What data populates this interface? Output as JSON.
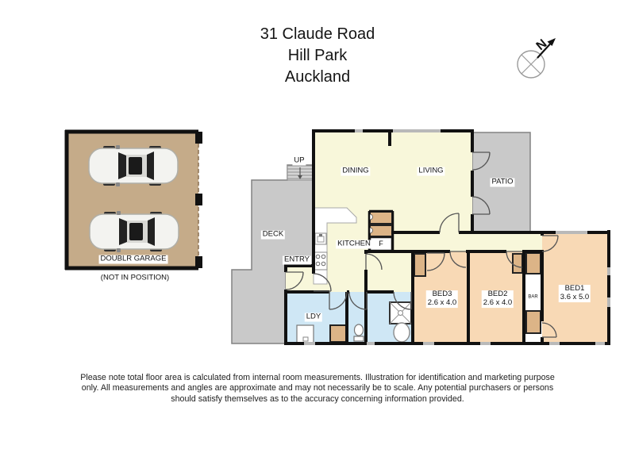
{
  "title": {
    "lines": [
      "31 Claude Road",
      "Hill Park",
      "Auckland"
    ]
  },
  "compass": {
    "north": "N"
  },
  "garage": {
    "label": "DOUBLR GARAGE",
    "note": "(NOT IN POSITION)"
  },
  "plan": {
    "stairs": "UP",
    "deck": "DECK",
    "entry": "ENTRY",
    "dining": "DINING",
    "living": "LIVING",
    "patio": "PATIO",
    "kitchen": "KITCHEN",
    "laundry": "LDY",
    "bar": "BAR",
    "fridge": "F",
    "bed3": {
      "name": "BED3",
      "dims": "2.6 x 4.0"
    },
    "bed2": {
      "name": "BED2",
      "dims": "2.6 x 4.0"
    },
    "bed1": {
      "name": "BED1",
      "dims": "3.6 x 5.0"
    }
  },
  "disclaimer": {
    "lines": [
      "Please note total floor area is calculated from internal room measurements.  Illustration for identification and marketing purpose",
      "only.  All measurements and angles are approximate and may not necessarily be to scale.  Any potential purchasers or persons",
      "should satisfy themselves as to the accuracy concerning information provided."
    ]
  },
  "colors": {
    "living_floor": "#f8f7da",
    "bedroom_floor": "#f8d9b5",
    "wet_area_floor": "#cfe7f5",
    "deck_patio": "#c9c9c9",
    "garage_floor": "#c5ab89",
    "wardrobe": "#dcb487",
    "wall": "#111111",
    "window": "#b9b9b9"
  }
}
